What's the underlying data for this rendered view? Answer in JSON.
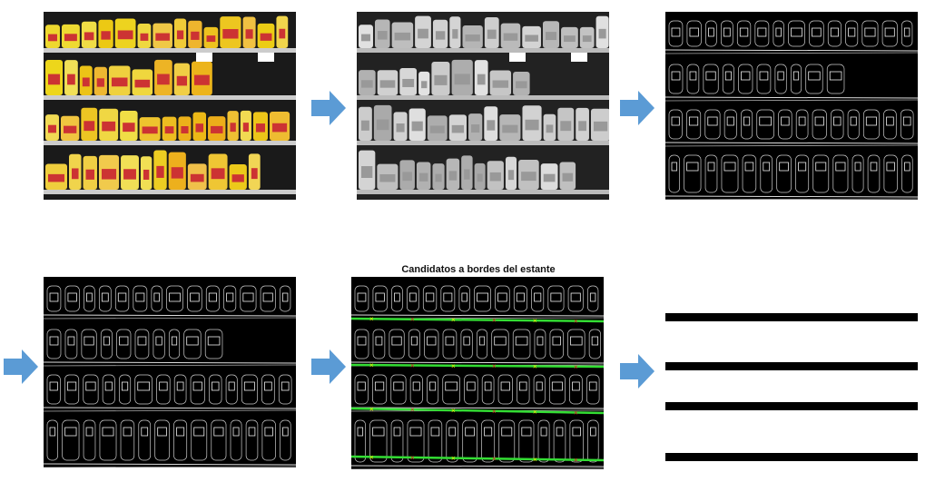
{
  "steps": [
    {
      "id": "original",
      "kind": "color-photo"
    },
    {
      "id": "grayscale",
      "kind": "grayscale-photo"
    },
    {
      "id": "edges",
      "kind": "edge-map"
    },
    {
      "id": "edges-filtered",
      "kind": "edge-map"
    },
    {
      "id": "candidates",
      "kind": "edge-map-with-lines",
      "title": "Candidatos a bordes del estante"
    },
    {
      "id": "shelf-lines",
      "kind": "binary-lines"
    }
  ],
  "colors": {
    "arrow": "#5b9bd5",
    "candidate_line": "#33dd33",
    "marker": "#dd2222"
  }
}
